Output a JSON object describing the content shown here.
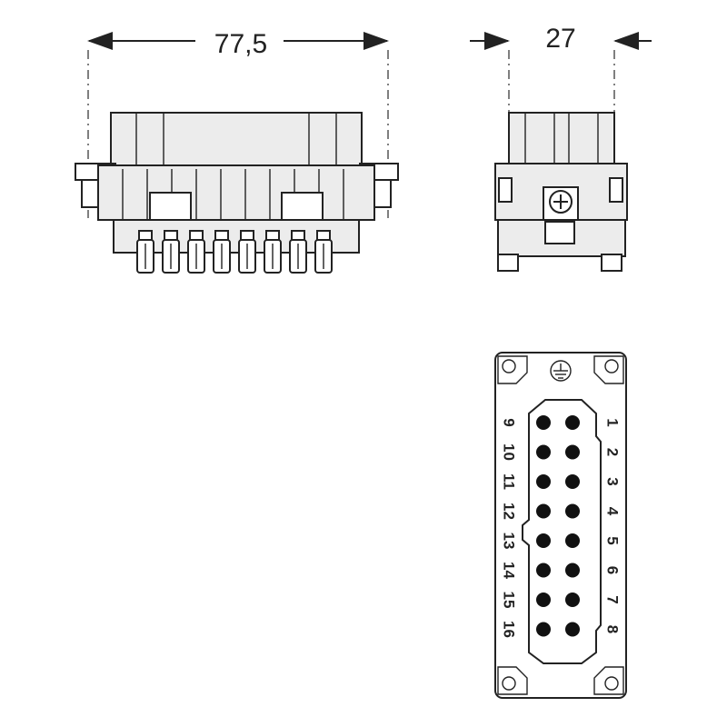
{
  "dimensions": {
    "width": "77,5",
    "depth": "27"
  },
  "pin_labels": {
    "right": [
      "1",
      "2",
      "3",
      "4",
      "5",
      "6",
      "7",
      "8"
    ],
    "left": [
      "9",
      "10",
      "11",
      "12",
      "13",
      "14",
      "15",
      "16"
    ]
  },
  "symbols": {
    "ground": "protective-earth-symbol"
  },
  "colors": {
    "outline": "#222222",
    "body_fill": "#ececec"
  }
}
